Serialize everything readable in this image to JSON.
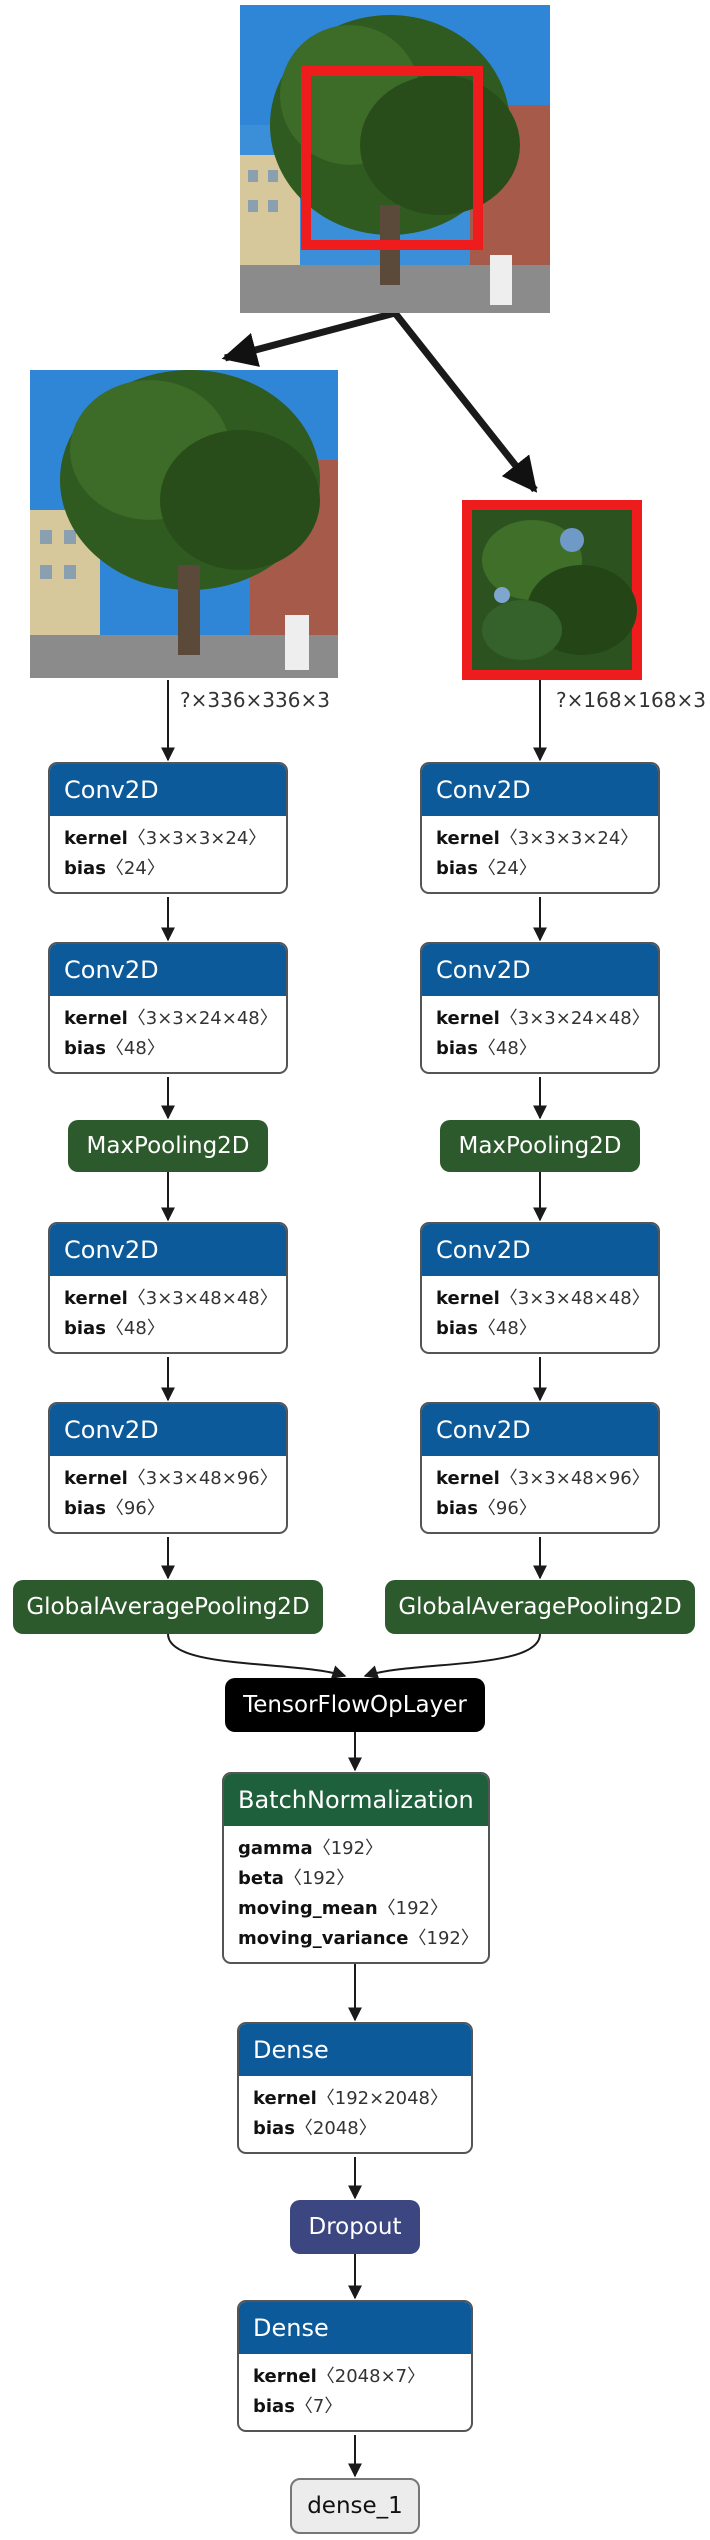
{
  "branches": [
    {
      "input_shape": "?×336×336×3",
      "layers": [
        {
          "title": "Conv2D",
          "params": [
            {
              "name": "kernel",
              "value": "〈3×3×3×24〉"
            },
            {
              "name": "bias",
              "value": "〈24〉"
            }
          ]
        },
        {
          "title": "Conv2D",
          "params": [
            {
              "name": "kernel",
              "value": "〈3×3×24×48〉"
            },
            {
              "name": "bias",
              "value": "〈48〉"
            }
          ]
        },
        {
          "title": "MaxPooling2D"
        },
        {
          "title": "Conv2D",
          "params": [
            {
              "name": "kernel",
              "value": "〈3×3×48×48〉"
            },
            {
              "name": "bias",
              "value": "〈48〉"
            }
          ]
        },
        {
          "title": "Conv2D",
          "params": [
            {
              "name": "kernel",
              "value": "〈3×3×48×96〉"
            },
            {
              "name": "bias",
              "value": "〈96〉"
            }
          ]
        },
        {
          "title": "GlobalAveragePooling2D"
        }
      ]
    },
    {
      "input_shape": "?×168×168×3",
      "layers": [
        {
          "title": "Conv2D",
          "params": [
            {
              "name": "kernel",
              "value": "〈3×3×3×24〉"
            },
            {
              "name": "bias",
              "value": "〈24〉"
            }
          ]
        },
        {
          "title": "Conv2D",
          "params": [
            {
              "name": "kernel",
              "value": "〈3×3×24×48〉"
            },
            {
              "name": "bias",
              "value": "〈48〉"
            }
          ]
        },
        {
          "title": "MaxPooling2D"
        },
        {
          "title": "Conv2D",
          "params": [
            {
              "name": "kernel",
              "value": "〈3×3×48×48〉"
            },
            {
              "name": "bias",
              "value": "〈48〉"
            }
          ]
        },
        {
          "title": "Conv2D",
          "params": [
            {
              "name": "kernel",
              "value": "〈3×3×48×96〉"
            },
            {
              "name": "bias",
              "value": "〈96〉"
            }
          ]
        },
        {
          "title": "GlobalAveragePooling2D"
        }
      ]
    }
  ],
  "merge": {
    "title": "TensorFlowOpLayer"
  },
  "batchnorm": {
    "title": "BatchNormalization",
    "params": [
      {
        "name": "gamma",
        "value": "〈192〉"
      },
      {
        "name": "beta",
        "value": "〈192〉"
      },
      {
        "name": "moving_mean",
        "value": "〈192〉"
      },
      {
        "name": "moving_variance",
        "value": "〈192〉"
      }
    ]
  },
  "dense1": {
    "title": "Dense",
    "params": [
      {
        "name": "kernel",
        "value": "〈192×2048〉"
      },
      {
        "name": "bias",
        "value": "〈2048〉"
      }
    ]
  },
  "dropout": {
    "title": "Dropout"
  },
  "dense2": {
    "title": "Dense",
    "params": [
      {
        "name": "kernel",
        "value": "〈2048×7〉"
      },
      {
        "name": "bias",
        "value": "〈7〉"
      }
    ]
  },
  "output": {
    "title": "dense_1"
  },
  "colors": {
    "conv_header": "#0c5a9a",
    "pool": "#2c5a2c",
    "batchnorm_header": "#1e5f3c",
    "merge": "#000000",
    "dropout": "#3c4680",
    "output_fill": "#ececec",
    "crop_frame": "#ee1c1c",
    "edge": "#1a1a1a"
  }
}
